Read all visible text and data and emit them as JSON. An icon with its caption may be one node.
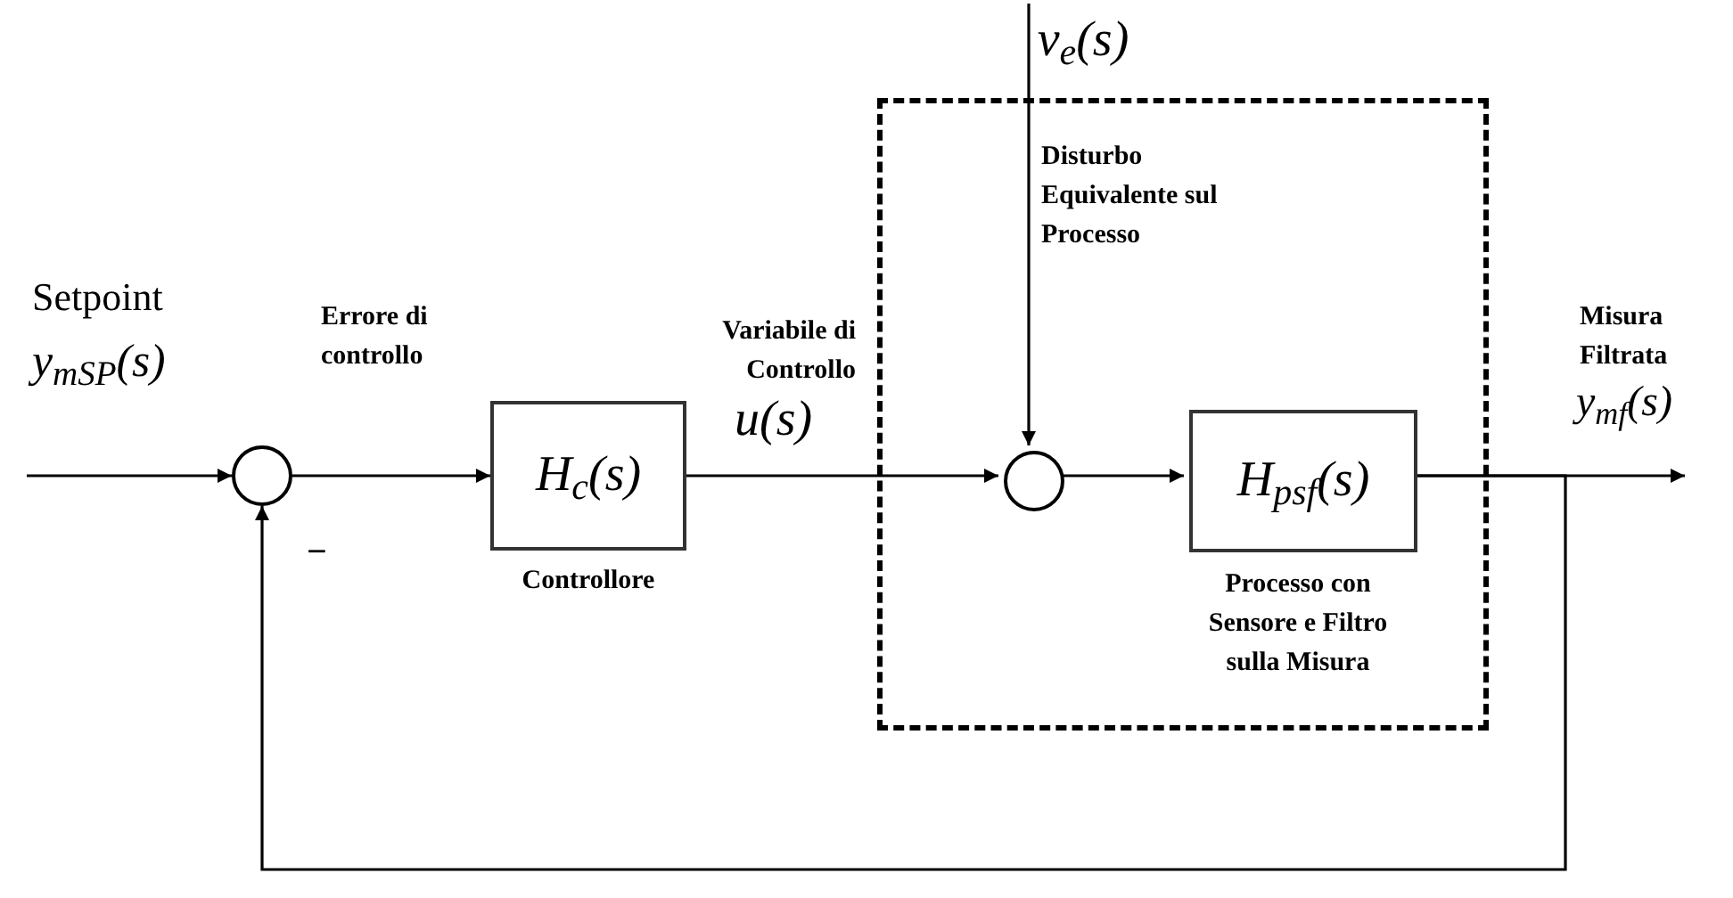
{
  "diagram": {
    "nodes": [
      {
        "text": [],
        "shape": "circle"
      },
      {
        "text": [
          "H$_{c}$(s)"
        ],
        "beside": [
          "Controllore"
        ]
      },
      {
        "text": [],
        "shape": "box"
      },
      {
        "text": [],
        "shape": "circle",
        "in": 2
      },
      {
        "text": [
          "H$_{psf}$(s)"
        ],
        "beside": [
          "Processo con Sensore e Filtro sulla Misura"
        ],
        "in": 2
      },
      {
        "text": [
          "v$_{e}$(s)"
        ]
      }
    ],
    "edges": [
      {
        "from": null,
        "to": 0,
        "arrow": "to"
      },
      {
        "from": 0,
        "to": 1,
        "arrow": "to",
        "label": "Errore di controllo"
      },
      {
        "from": 1,
        "to": 3,
        "arrow": "to",
        "label": "Variabile di Controllo"
      },
      {
        "from": 5,
        "to": 3,
        "arrow": "to",
        "label": "Disturbo Equivalente sul Processo"
      },
      {
        "from": 3,
        "to": 4,
        "arrow": "to"
      },
      {
        "from": 4,
        "to": null,
        "arrow": "to",
        "label": "Misura Filtrata"
      },
      {
        "from": 4,
        "to": 0,
        "arrow": "to"
      }
    ],
    "labels": [
      "Setpoint",
      "y$_{mSP}$(s)",
      "u(s)",
      "y$_{mf}$(s)",
      "−"
    ]
  }
}
